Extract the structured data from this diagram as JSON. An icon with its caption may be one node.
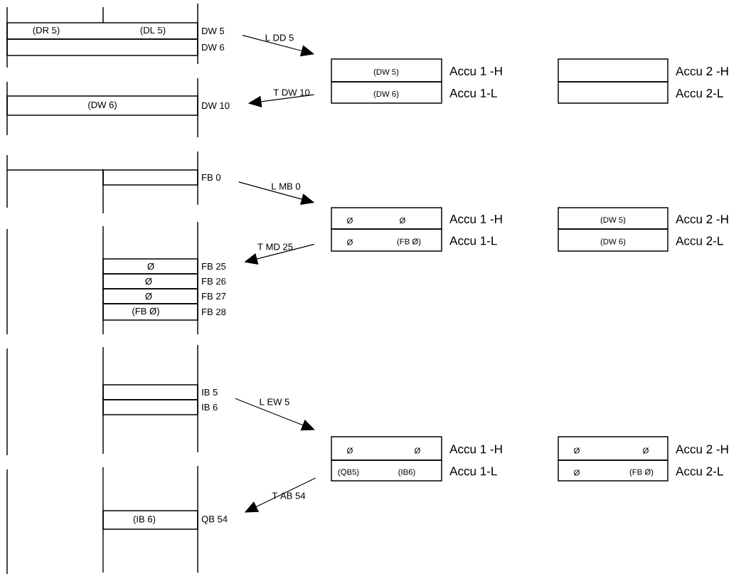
{
  "diagram": {
    "nodes": [
      {
        "text": [
          "(DR 5)",
          "(DL 5)"
        ],
        "beside": [
          "DW 5"
        ]
      },
      {
        "text": [],
        "shape": "box",
        "beside": [
          "DW 6"
        ]
      },
      {
        "text": [
          "(DW 5)"
        ],
        "beside": [
          "Accu 1 -H"
        ]
      },
      {
        "text": [
          "(DW 6)"
        ],
        "beside": [
          "Accu 1-L"
        ]
      },
      {
        "text": [],
        "shape": "box",
        "beside": [
          "Accu 2 -H"
        ]
      },
      {
        "text": [],
        "shape": "box",
        "beside": [
          "Accu 2-L"
        ]
      },
      {
        "text": [
          "(DW 6)"
        ],
        "beside": [
          "DW 10"
        ]
      },
      {
        "text": [],
        "shape": "box",
        "beside": [
          "FB 0"
        ]
      },
      {
        "text": [
          "Ø",
          "Ø"
        ],
        "beside": [
          "Accu 1 -H"
        ]
      },
      {
        "text": [
          "Ø",
          "(FB Ø)"
        ],
        "beside": [
          "Accu 1-L"
        ]
      },
      {
        "text": [
          "(DW 5)"
        ],
        "beside": [
          "Accu 2 -H"
        ]
      },
      {
        "text": [
          "(DW 6)"
        ],
        "beside": [
          "Accu 2-L"
        ]
      },
      {
        "text": [
          "Ø"
        ],
        "beside": [
          "FB 25"
        ]
      },
      {
        "text": [
          "Ø"
        ],
        "beside": [
          "FB 26"
        ]
      },
      {
        "text": [
          "Ø"
        ],
        "beside": [
          "FB 27"
        ]
      },
      {
        "text": [
          "(FB Ø)"
        ],
        "beside": [
          "FB 28"
        ]
      },
      {
        "text": [],
        "shape": "box",
        "beside": [
          "IB 5"
        ]
      },
      {
        "text": [],
        "shape": "box",
        "beside": [
          "IB 6"
        ]
      },
      {
        "text": [
          "Ø",
          "Ø"
        ],
        "beside": [
          "Accu 1 -H"
        ]
      },
      {
        "text": [
          "(QB5)",
          "(IB6)"
        ],
        "beside": [
          "Accu 1-L"
        ]
      },
      {
        "text": [
          "Ø",
          "Ø"
        ],
        "beside": [
          "Accu 2 -H"
        ]
      },
      {
        "text": [
          "Ø",
          "(FB Ø)"
        ],
        "beside": [
          "Accu 2-L"
        ]
      },
      {
        "text": [
          "(IB 6)"
        ],
        "beside": [
          "QB 54"
        ]
      }
    ],
    "edges": [
      {
        "from": 0,
        "to": 2,
        "arrow": "to",
        "label": "L DD 5"
      },
      {
        "from": 3,
        "to": 6,
        "arrow": "to",
        "label": "T DW 10"
      },
      {
        "from": 7,
        "to": 8,
        "arrow": "to",
        "label": "L MB 0"
      },
      {
        "from": 9,
        "to": 12,
        "arrow": "to",
        "label": "T MD 25"
      },
      {
        "from": 16,
        "to": 18,
        "arrow": "to",
        "label": "L EW 5"
      },
      {
        "from": 19,
        "to": 22,
        "arrow": "to",
        "label": "T AB 54"
      }
    ]
  }
}
